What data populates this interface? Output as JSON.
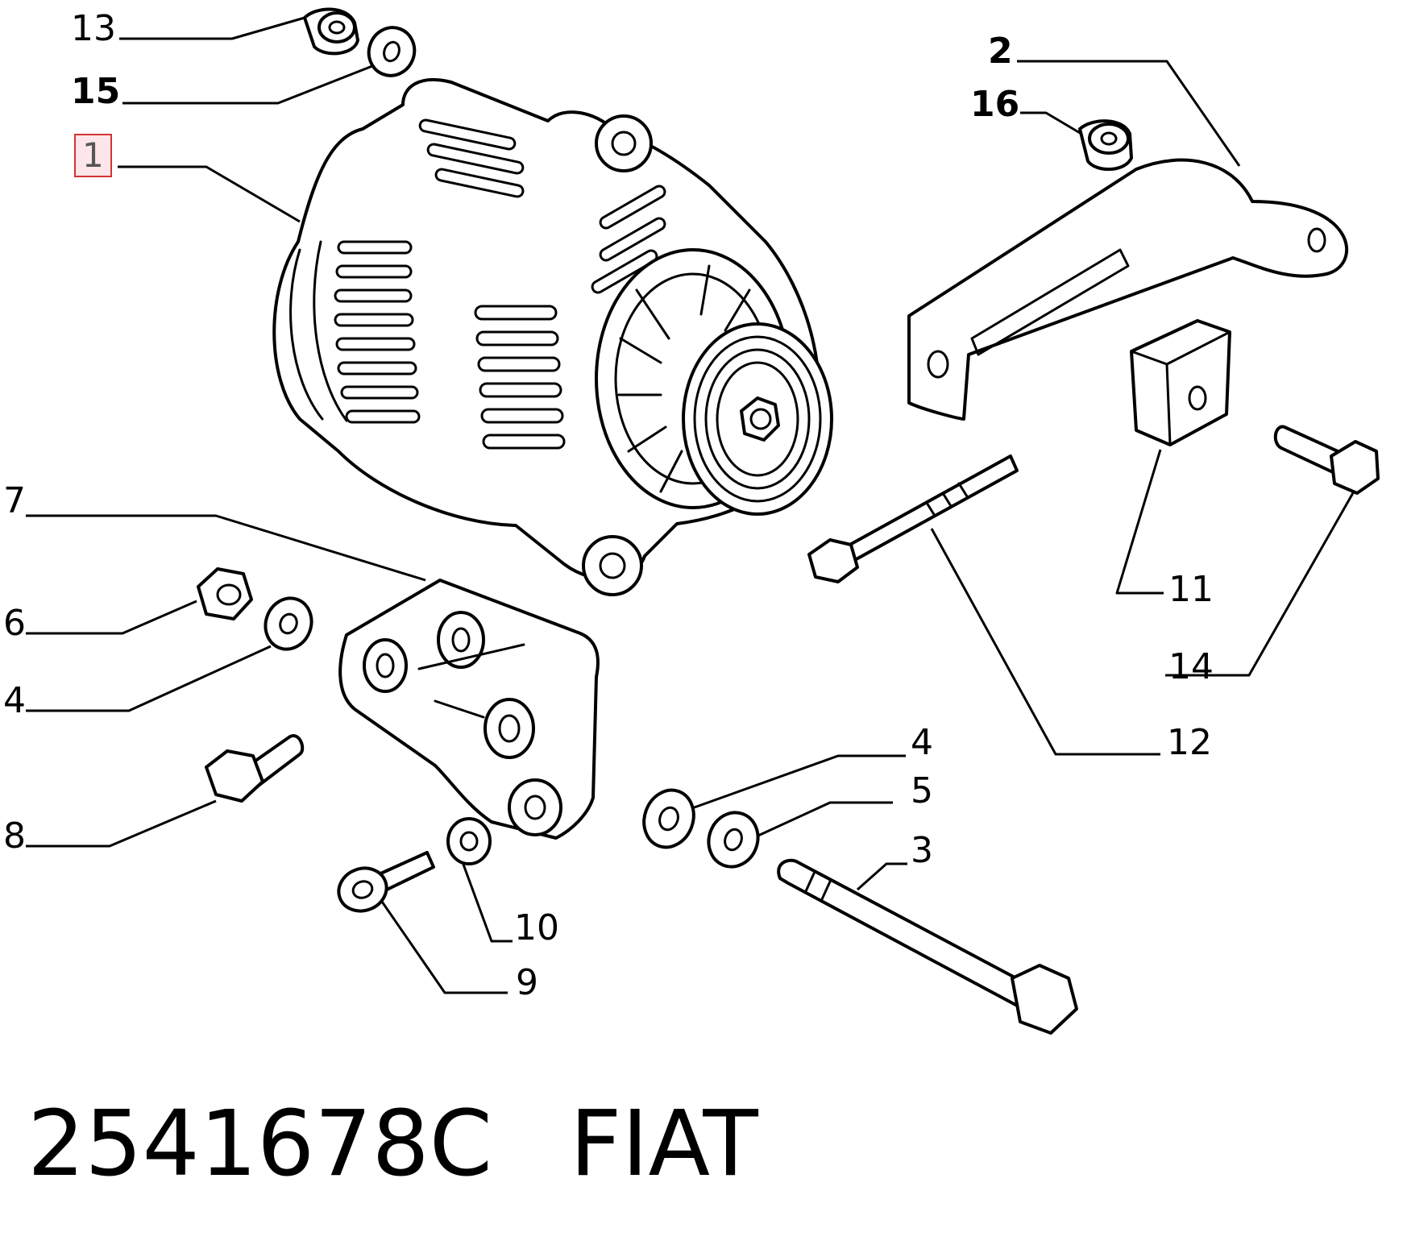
{
  "labels": {
    "p1": "1",
    "p2": "2",
    "p3": "3",
    "p4a": "4",
    "p4b": "4",
    "p5": "5",
    "p6": "6",
    "p7": "7",
    "p8": "8",
    "p9": "9",
    "p10": "10",
    "p11": "11",
    "p12": "12",
    "p13": "13",
    "p14": "14",
    "p15": "15",
    "p16": "16"
  },
  "footer": {
    "part_number": "2541678C",
    "brand": "FIAT"
  },
  "colors": {
    "highlight_border": "#d33333",
    "highlight_fill": "#fde6ea"
  }
}
